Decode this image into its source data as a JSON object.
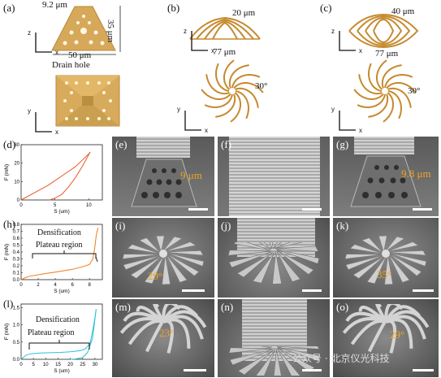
{
  "panels": {
    "a": {
      "label": "(a)",
      "dim_top": "9.2 μm",
      "dim_height": "35 μm",
      "dim_width": "50 μm",
      "drain": "Drain hole",
      "axis_z": "z",
      "axis_x": "x",
      "axis_y": "y"
    },
    "b": {
      "label": "(b)",
      "dim_height": "20 μm",
      "dim_width": "77 μm",
      "angle": "30°",
      "axis_z": "z",
      "axis_x": "x",
      "axis_y": "y"
    },
    "c": {
      "label": "(c)",
      "dim_height": "40 μm",
      "dim_width": "77 μm",
      "angle": "30°",
      "axis_z": "z",
      "axis_x": "x",
      "axis_y": "y"
    },
    "d": {
      "label": "(d)"
    },
    "e": {
      "label": "(e)",
      "measure": "9 μm"
    },
    "f": {
      "label": "(f)"
    },
    "g": {
      "label": "(g)",
      "measure": "9.8 μm"
    },
    "h": {
      "label": "(h)",
      "densification": "Densification",
      "plateau": "Plateau region"
    },
    "i": {
      "label": "(i)",
      "angle": "29°"
    },
    "j": {
      "label": "(j)"
    },
    "k": {
      "label": "(k)",
      "angle": "35°"
    },
    "l": {
      "label": "(l)",
      "densification": "Densification",
      "plateau": "Plateau region"
    },
    "m": {
      "label": "(m)",
      "angle": "23°"
    },
    "n": {
      "label": "(n)"
    },
    "o": {
      "label": "(o)",
      "angle": "29°"
    }
  },
  "watermark": "公众号 · 北京仪光科技",
  "chart_data": [
    {
      "type": "line",
      "panel": "d",
      "xlabel": "S (um)",
      "ylabel": "F (mN)",
      "xticks": [
        "0",
        "5",
        "10"
      ],
      "yticks": [
        "0",
        "10",
        "20",
        "30"
      ],
      "xlim": [
        0,
        12
      ],
      "ylim": [
        0,
        30
      ],
      "color": "#e8572a",
      "series": [
        {
          "x": [
            0,
            2,
            4,
            6,
            8,
            10,
            10.2
          ],
          "y": [
            0,
            4,
            8,
            13,
            18,
            25,
            26
          ]
        },
        {
          "x": [
            10.2,
            9,
            8,
            7,
            6,
            5,
            4.2
          ],
          "y": [
            26,
            18,
            12,
            7,
            3,
            1,
            0
          ]
        }
      ]
    },
    {
      "type": "line",
      "panel": "h",
      "xlabel": "S (um)",
      "ylabel": "F (mN)",
      "xticks": [
        "0",
        "2",
        "4",
        "6",
        "8"
      ],
      "yticks": [
        "0.0",
        "0.1",
        "0.2",
        "0.3",
        "0.4",
        "0.5",
        "0.6",
        "0.7",
        "0.8"
      ],
      "xlim": [
        0,
        9.5
      ],
      "ylim": [
        0,
        0.8
      ],
      "color": "#f07a1a",
      "series": [
        {
          "x": [
            0,
            0.5,
            1,
            2,
            3,
            4,
            5,
            6,
            7,
            8,
            8.4,
            8.6,
            8.8,
            9.0
          ],
          "y": [
            0,
            0.03,
            0.05,
            0.07,
            0.09,
            0.11,
            0.13,
            0.15,
            0.18,
            0.22,
            0.3,
            0.45,
            0.65,
            0.75
          ]
        }
      ]
    },
    {
      "type": "line",
      "panel": "l",
      "xlabel": "S (um)",
      "ylabel": "F (mN)",
      "xticks": [
        "0",
        "5",
        "10",
        "15",
        "20",
        "25",
        "30"
      ],
      "yticks": [
        "0.0",
        "0.5",
        "1.0",
        "1.5"
      ],
      "xlim": [
        0,
        33
      ],
      "ylim": [
        0,
        1.6
      ],
      "color": "#2cc0d8",
      "series": [
        {
          "x": [
            0,
            2,
            4,
            8,
            12,
            16,
            20,
            24,
            26,
            28,
            29,
            30,
            30.5
          ],
          "y": [
            0,
            0.12,
            0.16,
            0.18,
            0.19,
            0.2,
            0.22,
            0.25,
            0.3,
            0.45,
            0.8,
            1.2,
            1.45
          ]
        },
        {
          "x": [
            30.5,
            29,
            27,
            25,
            22,
            20
          ],
          "y": [
            1.45,
            0.6,
            0.2,
            0.05,
            0.01,
            0
          ]
        }
      ]
    }
  ]
}
